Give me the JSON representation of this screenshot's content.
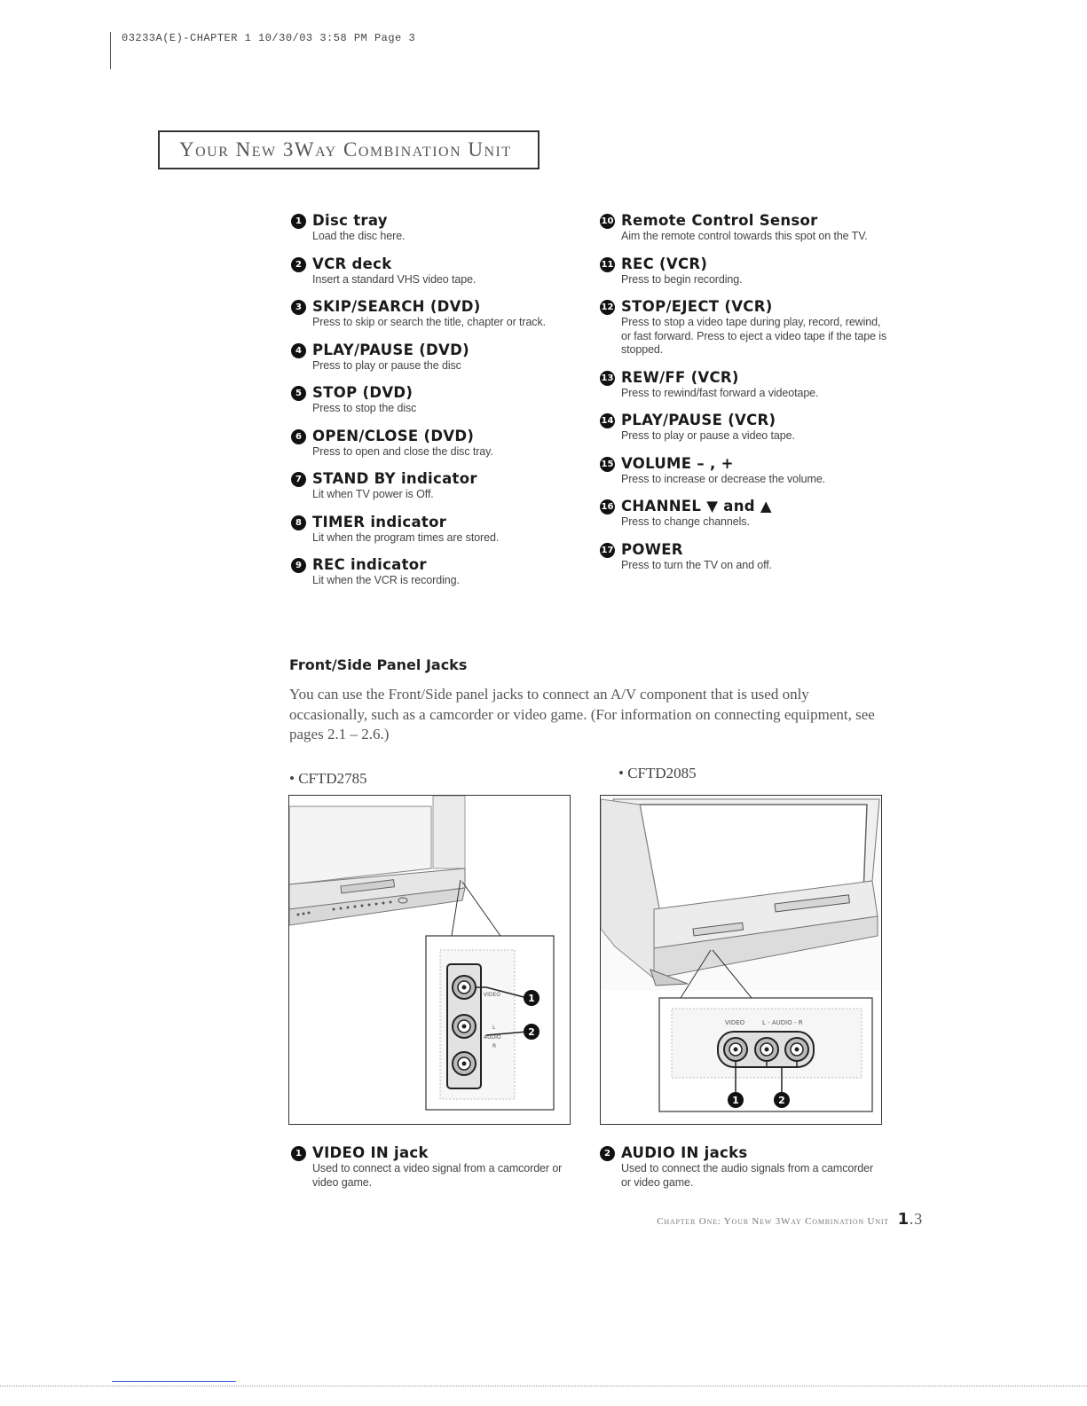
{
  "print_header": "03233A(E)-CHAPTER 1  10/30/03  3:58 PM  Page 3",
  "title": "Your New 3Way Combination Unit",
  "left_items": [
    {
      "num": "1",
      "title": "Disc tray",
      "desc": "Load the disc here."
    },
    {
      "num": "2",
      "title": "VCR deck",
      "desc": "Insert a standard VHS video tape."
    },
    {
      "num": "3",
      "title": "SKIP/SEARCH (DVD)",
      "desc": "Press to skip or search the title, chapter or track."
    },
    {
      "num": "4",
      "title": "PLAY/PAUSE (DVD)",
      "desc": "Press to play or pause the disc"
    },
    {
      "num": "5",
      "title": "STOP (DVD)",
      "desc": "Press to stop the disc"
    },
    {
      "num": "6",
      "title": "OPEN/CLOSE (DVD)",
      "desc": "Press to open and close the disc tray."
    },
    {
      "num": "7",
      "title": "STAND BY indicator",
      "desc": "Lit when TV power is Off."
    },
    {
      "num": "8",
      "title": "TIMER indicator",
      "desc": "Lit when the program times are stored."
    },
    {
      "num": "9",
      "title": "REC indicator",
      "desc": "Lit when the VCR is recording."
    }
  ],
  "right_items": [
    {
      "num": "10",
      "title": "Remote Control Sensor",
      "desc": "Aim the remote control towards this spot on the TV."
    },
    {
      "num": "11",
      "title": "REC (VCR)",
      "desc": "Press to begin recording."
    },
    {
      "num": "12",
      "title": "STOP/EJECT (VCR)",
      "desc": "Press to stop a video tape during play, record, rewind, or fast forward. Press to eject a video tape if the tape is stopped."
    },
    {
      "num": "13",
      "title": "REW/FF (VCR)",
      "desc": "Press to rewind/fast forward a videotape."
    },
    {
      "num": "14",
      "title": "PLAY/PAUSE (VCR)",
      "desc": "Press to play or pause a video tape."
    },
    {
      "num": "15",
      "title": "VOLUME – , +",
      "desc": "Press to increase or decrease the volume."
    },
    {
      "num": "16",
      "title": "CHANNEL ▼ and ▲",
      "desc": "Press to change channels."
    },
    {
      "num": "17",
      "title": "POWER",
      "desc": "Press to turn the TV on and off."
    }
  ],
  "section": {
    "heading": "Front/Side Panel Jacks",
    "intro": "You can use the Front/Side panel jacks to connect an A/V component that is used only occasionally, such as a camcorder or video game. (For information on connecting equipment, see pages 2.1 – 2.6.)"
  },
  "models": {
    "left": "• CFTD2785",
    "right": "• CFTD2085"
  },
  "jack_labels": {
    "video": "VIDEO",
    "audio": "AUDIO",
    "audio_lr": "L - AUDIO - R",
    "l": "L",
    "r": "R",
    "callout1": "1",
    "callout2": "2"
  },
  "bottom_items": [
    {
      "num": "1",
      "title": "VIDEO IN jack",
      "desc": "Used to connect a video signal from a camcorder or video game."
    },
    {
      "num": "2",
      "title": "AUDIO IN jacks",
      "desc": "Used to connect the audio signals from a camcorder or video game."
    }
  ],
  "footer": {
    "text": "Chapter One: Your New 3Way Combination Unit",
    "chapter": "1",
    "page": ".3"
  }
}
